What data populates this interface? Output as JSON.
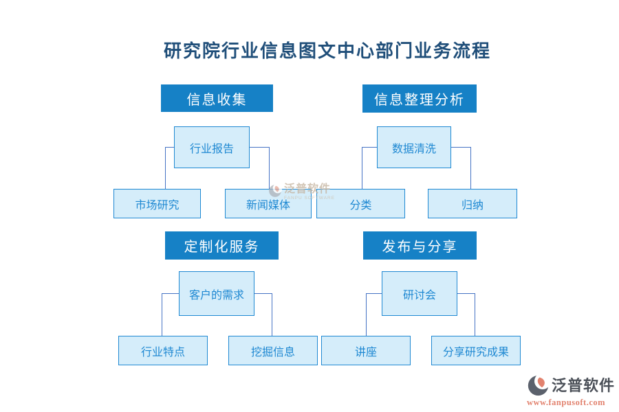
{
  "title": "研究院行业信息图文中心部门业务流程",
  "sections": [
    {
      "header": "信息收集",
      "parent": "行业报告",
      "children": [
        "市场研究",
        "新闻媒体"
      ]
    },
    {
      "header": "信息整理分析",
      "parent": "数据清洗",
      "children": [
        "分类",
        "归纳"
      ]
    },
    {
      "header": "定制化服务",
      "parent": "客户的需求",
      "children": [
        "行业特点",
        "挖掘信息"
      ]
    },
    {
      "header": "发布与分享",
      "parent": "研讨会",
      "children": [
        "讲座",
        "分享研究成果"
      ]
    }
  ],
  "watermark": {
    "brand": "泛普软件",
    "subtext": "FANPU SOFTWARE"
  },
  "footer_logo": {
    "brand": "泛普软件",
    "url": "www.fanpusoft.com"
  },
  "colors": {
    "header_bg": "#1681C6",
    "box_fill": "#D5EDFA",
    "box_border": "#1E88D2",
    "connector": "#4472C4",
    "title_text": "#1F4E79",
    "brand_text": "#4B5058",
    "url_text": "#E2826E"
  }
}
